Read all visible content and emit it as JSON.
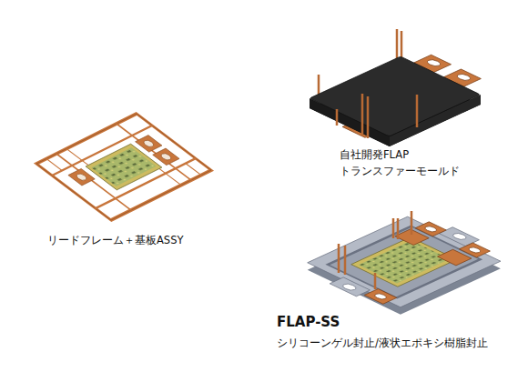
{
  "diagram": {
    "labels": [
      "リードフレーム＋基板ASSY",
      "自社開発FLAP",
      "トランスファーモールド",
      "FLAP-SS",
      "シリコーンゲル封止/液状エポキシ樹脂封止"
    ]
  }
}
